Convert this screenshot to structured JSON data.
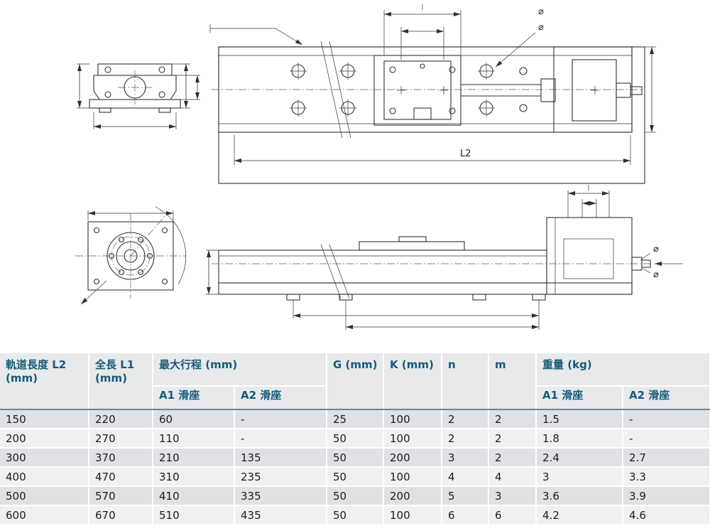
{
  "drawing": {
    "l2_label": "L2",
    "dia_symbols": {
      "plan_1": "⌀",
      "plan_2": "⌀",
      "side_1": "⌀",
      "side_2": "⌀"
    }
  },
  "table": {
    "header": {
      "l2_line1": "軌道長度 L2",
      "l2_line2": "(mm)",
      "l1_line1": "全長 L1",
      "l1_line2": "(mm)",
      "stroke": "最大行程 (mm)",
      "stroke_a1": "A1 滑座",
      "stroke_a2": "A2 滑座",
      "g": "G (mm)",
      "k": "K (mm)",
      "n": "n",
      "m": "m",
      "weight": "重量 (kg)",
      "weight_a1": "A1 滑座",
      "weight_a2": "A2 滑座"
    },
    "rows": [
      [
        "150",
        "220",
        "60",
        "-",
        "25",
        "100",
        "2",
        "2",
        "1.5",
        "-"
      ],
      [
        "200",
        "270",
        "110",
        "-",
        "50",
        "100",
        "2",
        "2",
        "1.8",
        "-"
      ],
      [
        "300",
        "370",
        "210",
        "135",
        "50",
        "200",
        "3",
        "2",
        "2.4",
        "2.7"
      ],
      [
        "400",
        "470",
        "310",
        "235",
        "50",
        "100",
        "4",
        "4",
        "3",
        "3.3"
      ],
      [
        "500",
        "570",
        "410",
        "335",
        "50",
        "200",
        "5",
        "3",
        "3.6",
        "3.9"
      ],
      [
        "600",
        "670",
        "510",
        "435",
        "50",
        "100",
        "6",
        "6",
        "4.2",
        "4.6"
      ]
    ]
  },
  "colors": {
    "header_text": "#175a78",
    "header_bg": "#e7e9eb",
    "header_rule": "#6a8795",
    "row_dark": "#dfe1e4",
    "row_light": "#eef0f2",
    "line": "#2e3236"
  }
}
